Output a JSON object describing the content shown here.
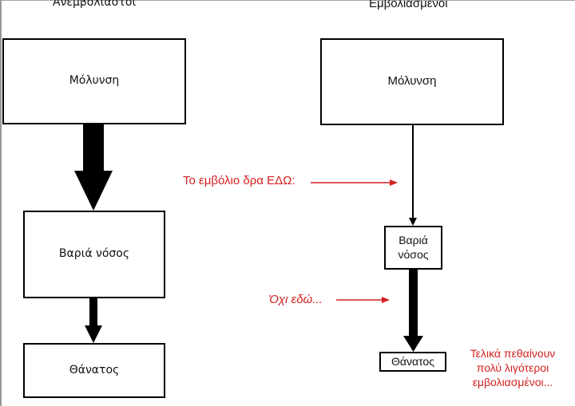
{
  "columns": {
    "unvaccinated": {
      "title": "Ανεμβολιαστοι",
      "boxes": [
        "Μόλυνση",
        "Βαριά νόσος",
        "Θάνατος"
      ]
    },
    "vaccinated": {
      "title": "Εμβολιασμένοι",
      "boxes": [
        "Μόλυνση",
        "Βαριά\nνόσος",
        "Θάνατος"
      ]
    }
  },
  "annotations": {
    "vaccine_acts_here": "Το εμβόλιο δρα ΕΔΩ:",
    "not_here": "Όχι εδώ...",
    "conclusion_line1": "Τελικά πεθαίνουν",
    "conclusion_line2": "πολύ λιγότεροι",
    "conclusion_line3": "εμβολιασμένοι..."
  },
  "colors": {
    "annotation": "#d42020",
    "box_border": "#000000",
    "frame": "#9a9696"
  }
}
